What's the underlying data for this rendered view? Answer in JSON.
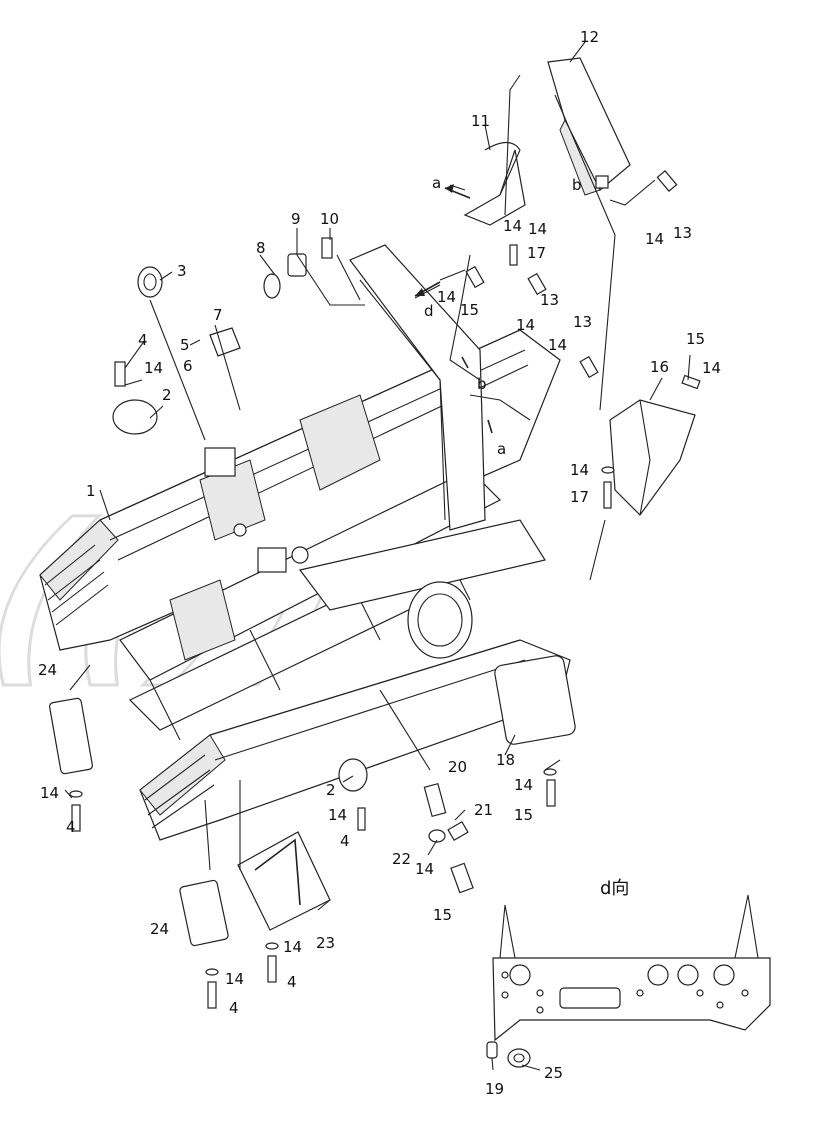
{
  "figure": {
    "view_label": "d向",
    "reference_letters": [
      {
        "id": "a-top",
        "text": "a"
      },
      {
        "id": "b-top",
        "text": "b"
      },
      {
        "id": "d-arrow",
        "text": "d"
      },
      {
        "id": "b-mid",
        "text": "b"
      },
      {
        "id": "a-mid",
        "text": "a"
      }
    ],
    "parts": [
      {
        "id": "p1",
        "text": "1"
      },
      {
        "id": "p2a",
        "text": "2"
      },
      {
        "id": "p2b",
        "text": "2"
      },
      {
        "id": "p3",
        "text": "3"
      },
      {
        "id": "p4a",
        "text": "4"
      },
      {
        "id": "p4b",
        "text": "4"
      },
      {
        "id": "p4c",
        "text": "4"
      },
      {
        "id": "p4d",
        "text": "4"
      },
      {
        "id": "p4e",
        "text": "4"
      },
      {
        "id": "p5",
        "text": "5"
      },
      {
        "id": "p6",
        "text": "6"
      },
      {
        "id": "p7",
        "text": "7"
      },
      {
        "id": "p8",
        "text": "8"
      },
      {
        "id": "p9",
        "text": "9"
      },
      {
        "id": "p10",
        "text": "10"
      },
      {
        "id": "p11",
        "text": "11"
      },
      {
        "id": "p12",
        "text": "12"
      },
      {
        "id": "p13a",
        "text": "13"
      },
      {
        "id": "p13b",
        "text": "13"
      },
      {
        "id": "p13c",
        "text": "13"
      },
      {
        "id": "p14a",
        "text": "14"
      },
      {
        "id": "p14b",
        "text": "14"
      },
      {
        "id": "p14c",
        "text": "14"
      },
      {
        "id": "p14d",
        "text": "14"
      },
      {
        "id": "p14e",
        "text": "14"
      },
      {
        "id": "p14f",
        "text": "14"
      },
      {
        "id": "p14g",
        "text": "14"
      },
      {
        "id": "p14h",
        "text": "14"
      },
      {
        "id": "p14i",
        "text": "14"
      },
      {
        "id": "p14j",
        "text": "14"
      },
      {
        "id": "p14k",
        "text": "14"
      },
      {
        "id": "p14l",
        "text": "14"
      },
      {
        "id": "p14m",
        "text": "14"
      },
      {
        "id": "p14n",
        "text": "14"
      },
      {
        "id": "p14o",
        "text": "14"
      },
      {
        "id": "p15a",
        "text": "15"
      },
      {
        "id": "p15b",
        "text": "15"
      },
      {
        "id": "p15c",
        "text": "15"
      },
      {
        "id": "p15d",
        "text": "15"
      },
      {
        "id": "p16",
        "text": "16"
      },
      {
        "id": "p17a",
        "text": "17"
      },
      {
        "id": "p17b",
        "text": "17"
      },
      {
        "id": "p18",
        "text": "18"
      },
      {
        "id": "p19",
        "text": "19"
      },
      {
        "id": "p20",
        "text": "20"
      },
      {
        "id": "p21",
        "text": "21"
      },
      {
        "id": "p22",
        "text": "22"
      },
      {
        "id": "p23",
        "text": "23"
      },
      {
        "id": "p24a",
        "text": "24"
      },
      {
        "id": "p24b",
        "text": "24"
      },
      {
        "id": "p25",
        "text": "25"
      }
    ]
  }
}
